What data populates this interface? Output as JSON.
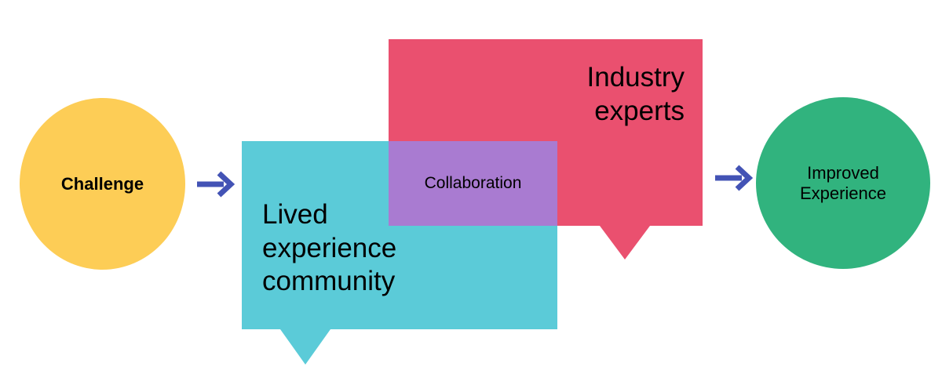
{
  "diagram": {
    "title": "Challenge to Improved Experience collaboration flow",
    "background": "#ffffff",
    "nodes": {
      "challenge": {
        "label": "Challenge",
        "shape": "circle",
        "color": "#fdcd56"
      },
      "community": {
        "label": "Lived\nexperience\ncommunity",
        "shape": "speech-bubble",
        "color": "#5bcbd8"
      },
      "experts": {
        "label": "Industry\nexperts",
        "shape": "speech-bubble",
        "color": "#ea506f"
      },
      "collaboration": {
        "label": "Collaboration",
        "shape": "overlap-rectangle",
        "color": "#a97bd1"
      },
      "improved": {
        "label": "Improved\nExperience",
        "shape": "circle",
        "color": "#31b37e"
      }
    },
    "arrows": {
      "color": "#4353b5",
      "first": {
        "from": "Challenge",
        "to": "Lived experience community"
      },
      "second": {
        "from": "Industry experts",
        "to": "Improved Experience"
      }
    }
  }
}
